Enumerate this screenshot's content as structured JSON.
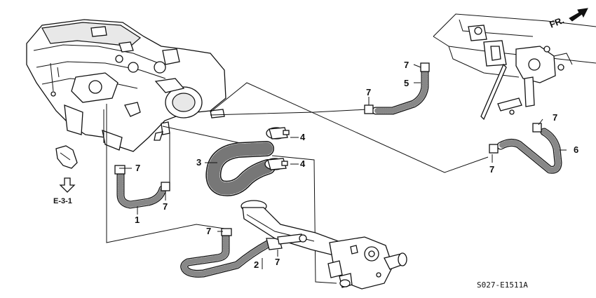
{
  "direction": {
    "label": "FR."
  },
  "reference": {
    "arrow_icon": "hollow-down-arrow",
    "label": "E-3-1"
  },
  "drawing_code": "S027-E1511A",
  "callouts": {
    "hose_1": "1",
    "hose_2": "2",
    "hose_3": "3",
    "clamp_4_upper": "4",
    "clamp_4_lower": "4",
    "hose_5": "5",
    "hose_6": "6",
    "clip_7_a": "7",
    "clip_7_b": "7",
    "clip_7_c": "7",
    "clip_7_d": "7",
    "clip_7_e": "7",
    "clip_7_f": "7",
    "clip_7_g": "7"
  }
}
